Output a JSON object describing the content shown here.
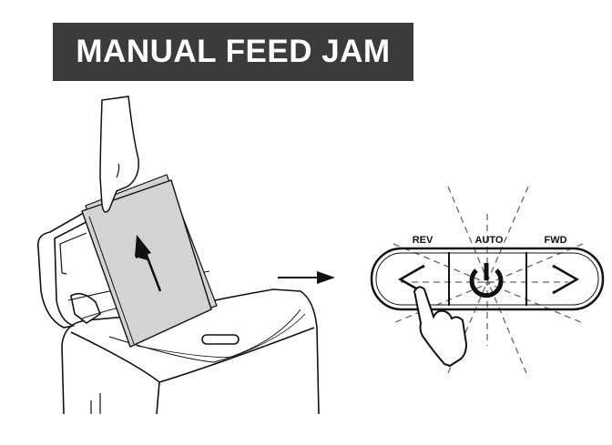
{
  "title": "MANUAL FEED JAM",
  "panel": {
    "rev_label": "REV",
    "auto_label": "AUTO",
    "fwd_label": "FWD"
  },
  "colors": {
    "title_bg": "#3b3b3b",
    "paper": "#d4d4d4"
  }
}
